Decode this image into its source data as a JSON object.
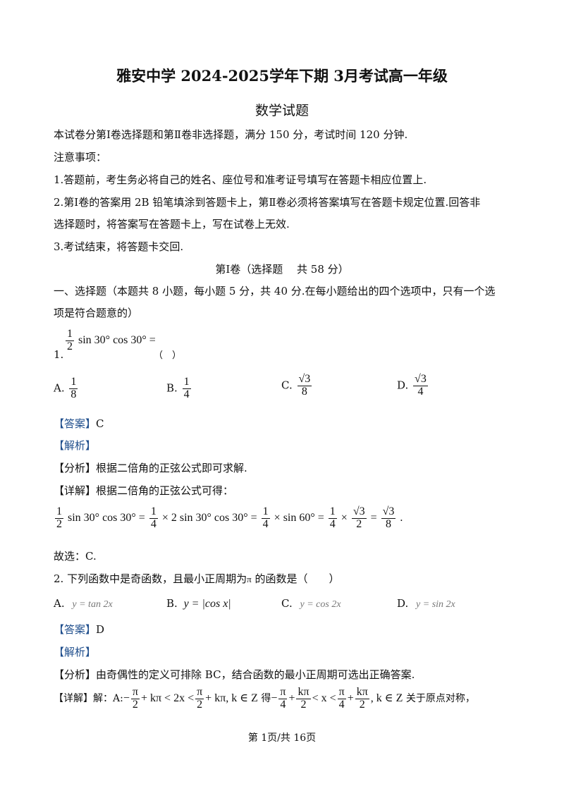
{
  "header": {
    "title": "雅安中学 2024-2025学年下期 3月考试高一年级",
    "subtitle": "数学试题"
  },
  "intro": {
    "line1": "本试卷分第Ⅰ卷选择题和第Ⅱ卷非选择题，满分 150 分，考试时间 120 分钟.",
    "notice": "注意事项：",
    "item1": "1.答题前，考生务必将自己的姓名、座位号和准考证号填写在答题卡相应位置上.",
    "item2a": "2.第Ⅰ卷的答案用 2B 铅笔填涂到答题卡上，第Ⅱ卷必须将答案填写在答题卡规定位置.回答非",
    "item2b": "选择题时，将答案写在答题卡上，写在试卷上无效.",
    "item3": "3.考试结束，将答题卡交回."
  },
  "section": {
    "heading": "第Ⅰ卷（选择题　 共 58 分）",
    "part_a": "一、选择题（本题共 8 小题，每小题 5 分，共 40 分.在每小题给出的四个选项中，只有一个选",
    "part_b": "项是符合题意的）"
  },
  "q1": {
    "number": "1.",
    "expr": "sin 30° cos 30° =",
    "blank": "（　）",
    "options": {
      "a_label": "A.",
      "a_num": "1",
      "a_den": "8",
      "b_label": "B.",
      "b_num": "1",
      "b_den": "4",
      "c_label": "C.",
      "c_num": "√3",
      "c_den": "8",
      "d_label": "D.",
      "d_num": "√3",
      "d_den": "4"
    },
    "answer_tag": "【答案】",
    "answer": "C",
    "analysis_tag": "【解析】",
    "fenxi_tag": "【分析】",
    "fenxi": "根据二倍角的正弦公式即可求解.",
    "xiangjie_tag": "【详解】",
    "xiangjie": "根据二倍角的正弦公式可得：",
    "sol_a": "sin 30° cos 30° =",
    "sol_b": "× 2 sin 30° cos 30° =",
    "sol_c": "× sin 60° =",
    "sol_d": "×",
    "sol_e": "=",
    "sol_end": ".",
    "conclusion": "故选：C."
  },
  "q2": {
    "stem_a": "2. 下列函数中是奇函数，且最小正周期为",
    "pi": "π",
    "stem_b": "的函数是（　　）",
    "options": {
      "a_label": "A.",
      "a_text": "y = tan 2x",
      "b_label": "B.",
      "b_text": "y = |cos x|",
      "c_label": "C.",
      "c_text": "y = cos 2x",
      "d_label": "D.",
      "d_text": "y = sin 2x"
    },
    "answer_tag": "【答案】",
    "answer": "D",
    "analysis_tag": "【解析】",
    "fenxi_tag": "【分析】",
    "fenxi": "由奇偶性的定义可排除 BC，结合函数的最小正周期可选出正确答案.",
    "xiangjie_tag": "【详解】",
    "xiangjie_a": "解：A:",
    "m1": "−",
    "m2": "+ kπ < 2x <",
    "m3": "+ kπ, k ∈ Z",
    "de": "得",
    "m4": "−",
    "m5": "+",
    "m6": "< x <",
    "m7": "+",
    "m8": ", k ∈ Z",
    "tail": "关于原点对称，",
    "pi_n": "π",
    "two": "2",
    "four": "4",
    "kpi": "kπ"
  },
  "footer": {
    "page": "第 1页/共 16页"
  }
}
